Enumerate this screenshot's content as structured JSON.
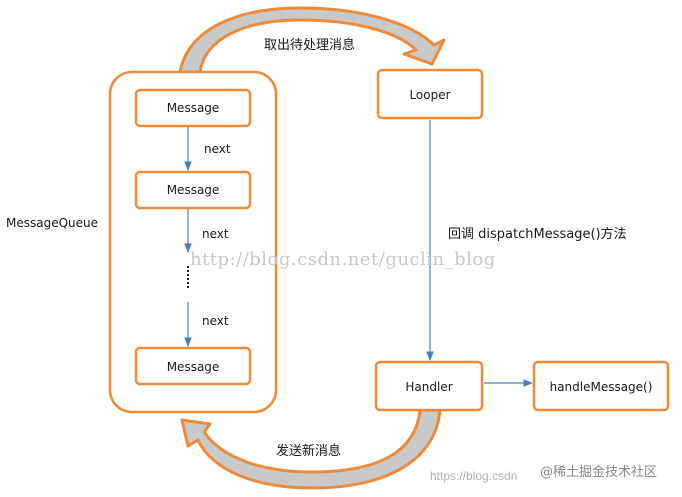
{
  "queue": {
    "label": "MessageQueue",
    "messages": [
      "Message",
      "Message",
      "Message"
    ],
    "next_labels": [
      "next",
      "next",
      "next"
    ]
  },
  "looper": {
    "label": "Looper"
  },
  "handler": {
    "label": "Handler"
  },
  "handle_message": {
    "label": "handleMessage()"
  },
  "edges": {
    "take_message": "取出待处理消息",
    "callback": "回调 dispatchMessage()方法",
    "send_message": "发送新消息"
  },
  "watermarks": {
    "center": "http://blog.csdn.net/guclin_blog",
    "bottom_url": "https://blog.csdn",
    "bottom_site": "@稀土掘金技术社区"
  },
  "colors": {
    "node_border": "#ed8b3b",
    "edge": "#4a7ebb",
    "curved_fill": "#c9c9c9"
  }
}
